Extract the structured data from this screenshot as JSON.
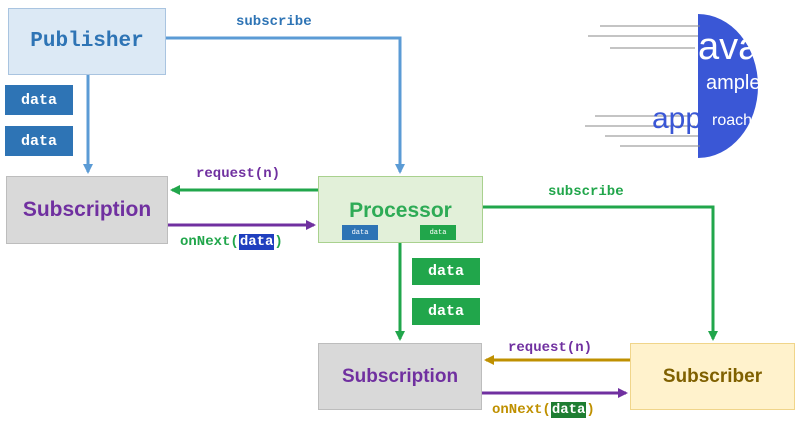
{
  "nodes": {
    "publisher": "Publisher",
    "subscription_top": "Subscription",
    "processor": "Processor",
    "subscription_bottom": "Subscription",
    "subscriber": "Subscriber"
  },
  "data_chips": {
    "publisher_1": "data",
    "publisher_2": "data",
    "processor_mini_in": "data",
    "processor_mini_out": "data",
    "processor_1": "data",
    "processor_2": "data"
  },
  "edges": {
    "subscribe_top": "subscribe",
    "request_top": "request(n)",
    "onnext_top_prefix": "onNext(",
    "onnext_top_data": "data",
    "onnext_top_suffix": ")",
    "subscribe_right": "subscribe",
    "request_bottom": "request(n)",
    "onnext_bottom_prefix": "onNext(",
    "onnext_bottom_data": "data",
    "onnext_bottom_suffix": ")"
  },
  "logo": {
    "line1": "ava",
    "line2": "ample",
    "line3": "app",
    "line4": "roach"
  },
  "colors": {
    "blue": "#2e74b5",
    "green": "#21a64b",
    "purple": "#7030a0",
    "brown": "#bf9000"
  }
}
